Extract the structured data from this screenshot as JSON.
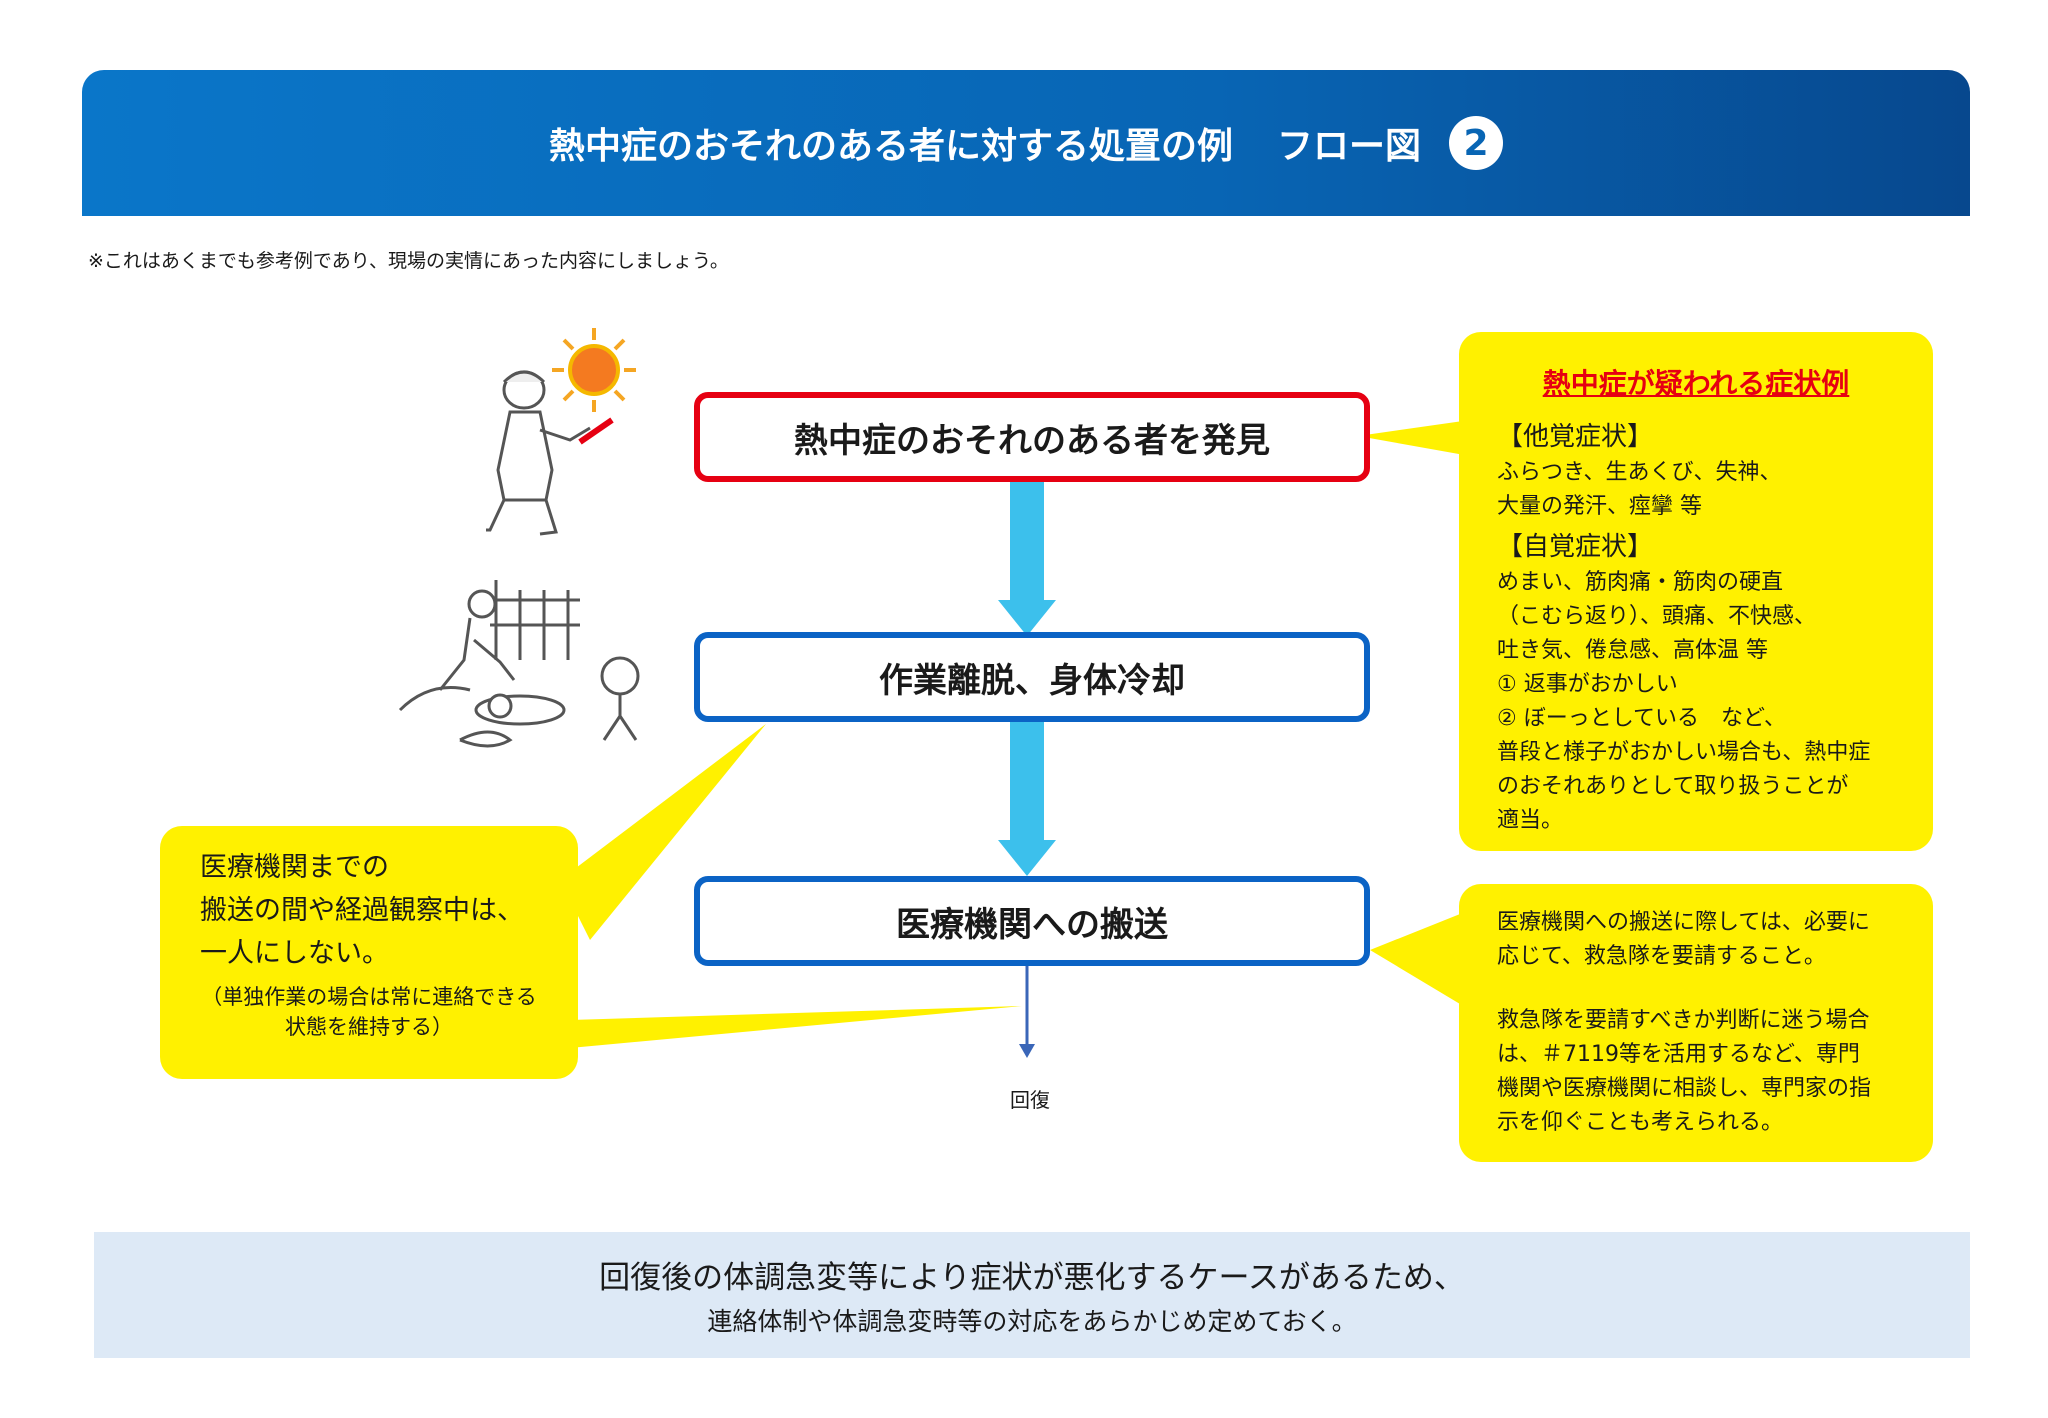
{
  "header": {
    "title": "熱中症のおそれのある者に対する処置の例",
    "subtitle": "フロー図",
    "number": "2"
  },
  "note": "※これはあくまでも参考例であり、現場の実情にあった内容にしましょう。",
  "flow": {
    "step1": "熱中症のおそれのある者を発見",
    "step2": "作業離脱、身体冷却",
    "step3": "医療機関への搬送",
    "end_label": "回復"
  },
  "symptoms": {
    "title": "熱中症が疑われる症状例",
    "other_heading": "【他覚症状】",
    "other_lines": [
      "ふらつき、生あくび、失神、",
      "大量の発汗、痙攣 等"
    ],
    "self_heading": "【自覚症状】",
    "self_lines": [
      "めまい、筋肉痛・筋肉の硬直",
      "（こむら返り）、頭痛、不快感、",
      "吐き気、倦怠感、高体温 等",
      "① 返事がおかしい",
      "② ぼーっとしている　など、",
      "普段と様子がおかしい場合も、熱中症",
      "のおそれありとして取り扱うことが",
      "適当。"
    ]
  },
  "transport_note": {
    "para1": [
      "医療機関への搬送に際しては、必要に",
      "応じて、救急隊を要請すること。"
    ],
    "para2": [
      "救急隊を要請すべきか判断に迷う場合",
      "は、＃7119等を活用するなど、専門",
      "機関や医療機関に相談し、専門家の指",
      "示を仰ぐことも考えられる。"
    ]
  },
  "watch_note": {
    "main": [
      "医療機関までの",
      "搬送の間や経過観察中は、",
      "一人にしない。"
    ],
    "sub": [
      "（単独作業の場合は常に連絡できる",
      "状態を維持する）"
    ]
  },
  "bottom": {
    "line1": "回復後の体調急変等により症状が悪化するケースがあるため、",
    "line2": "連絡体制や体調急変時等の対応をあらかじめ定めておく。"
  },
  "colors": {
    "header_blue": "#0865b4",
    "alert_red": "#e60012",
    "box_blue": "#0b63c5",
    "arrow_cyan": "#3cc0ec",
    "callout_yellow": "#fff100",
    "bottom_band": "#dde9f6"
  }
}
